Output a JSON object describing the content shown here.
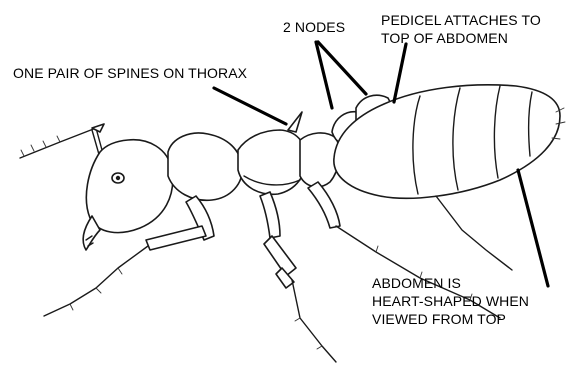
{
  "diagram": {
    "subject": "ant-side-view",
    "labels": {
      "nodes": "2 NODES",
      "pedicel_line1": "PEDICEL ATTACHES TO",
      "pedicel_line2": "TOP OF ABDOMEN",
      "spines": "ONE PAIR OF SPINES ON THORAX",
      "abdomen_line1": "ABDOMEN IS",
      "abdomen_line2": "HEART-SHAPED WHEN",
      "abdomen_line3": "VIEWED FROM TOP"
    },
    "colors": {
      "ink": "#1a1a1a",
      "pointer": "#000000",
      "background": "#ffffff"
    }
  }
}
